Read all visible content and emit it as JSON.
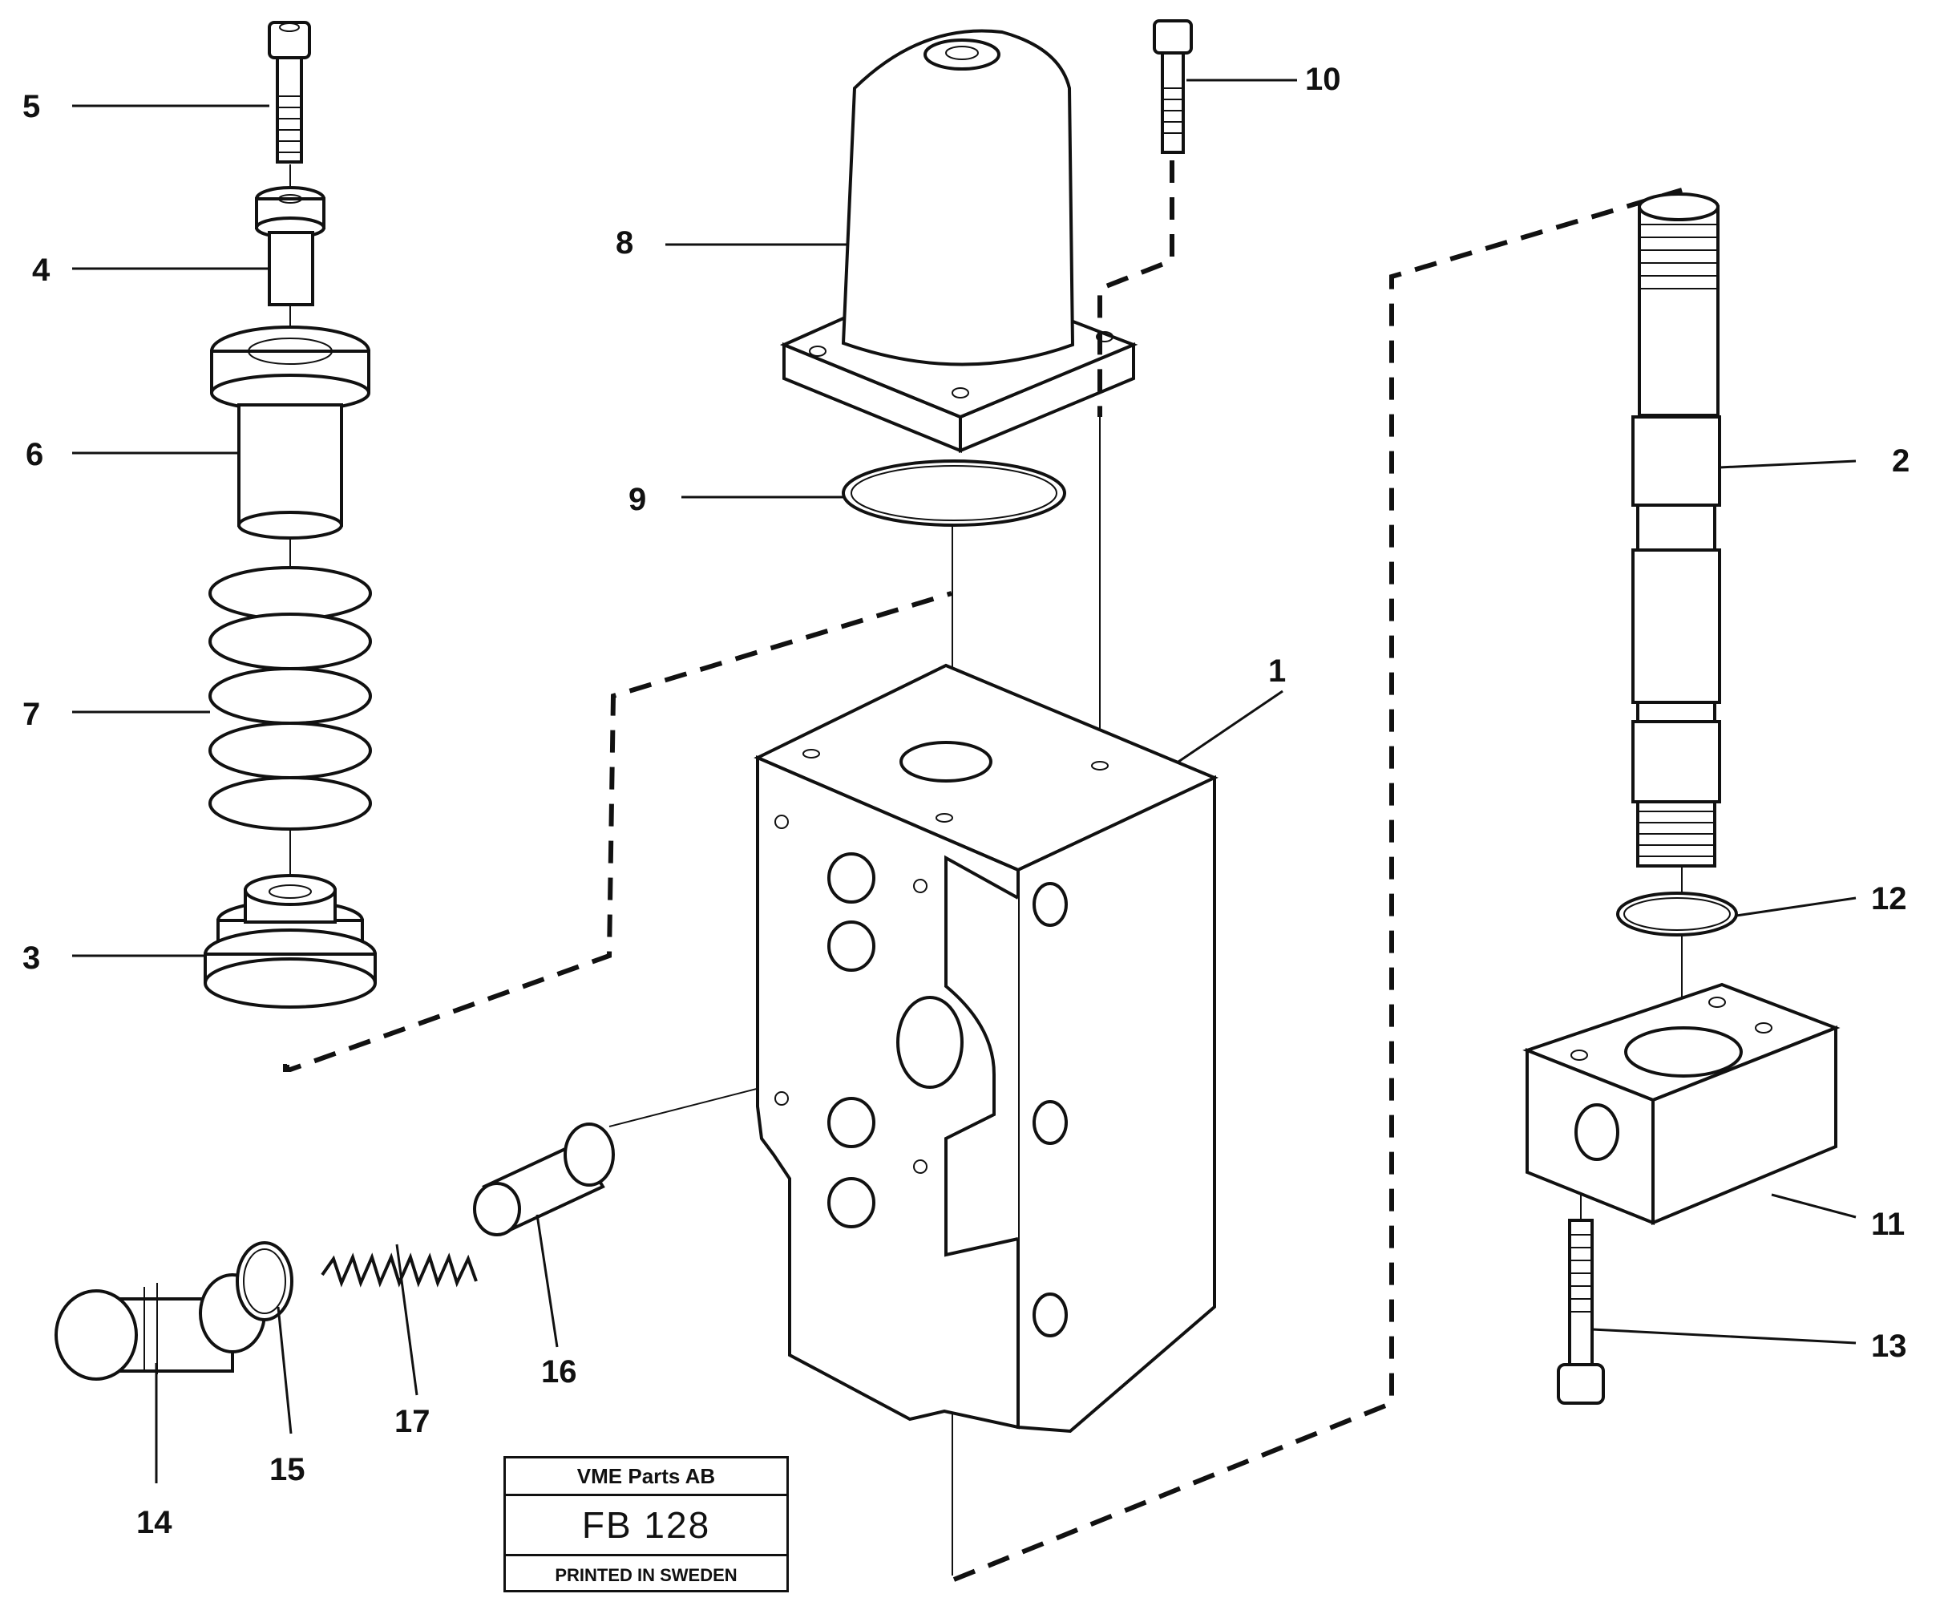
{
  "callouts": [
    {
      "id": "5",
      "label": "5"
    },
    {
      "id": "4",
      "label": "4"
    },
    {
      "id": "6",
      "label": "6"
    },
    {
      "id": "7",
      "label": "7"
    },
    {
      "id": "3",
      "label": "3"
    },
    {
      "id": "8",
      "label": "8"
    },
    {
      "id": "9",
      "label": "9"
    },
    {
      "id": "10",
      "label": "10"
    },
    {
      "id": "1",
      "label": "1"
    },
    {
      "id": "2",
      "label": "2"
    },
    {
      "id": "12",
      "label": "12"
    },
    {
      "id": "11",
      "label": "11"
    },
    {
      "id": "13",
      "label": "13"
    },
    {
      "id": "14",
      "label": "14"
    },
    {
      "id": "15",
      "label": "15"
    },
    {
      "id": "16",
      "label": "16"
    },
    {
      "id": "17",
      "label": "17"
    }
  ],
  "title_block": {
    "company": "VME Parts AB",
    "code": "FB 128",
    "printed": "PRINTED IN SWEDEN"
  }
}
